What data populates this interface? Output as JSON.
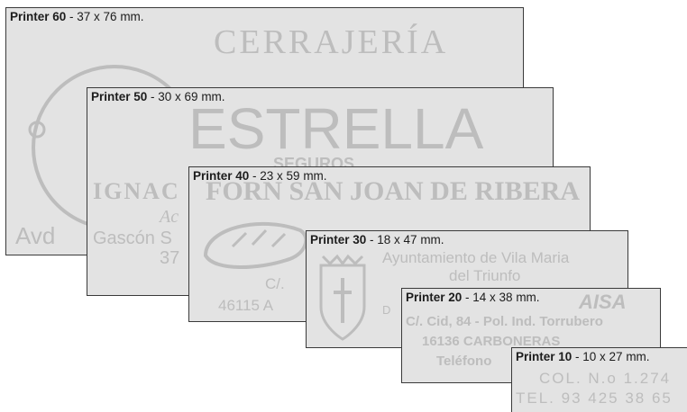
{
  "colors": {
    "card_background": "#e3e3e3",
    "stamp_text": "#bdbdbd",
    "caption_text": "#1c1c1c",
    "border": "#3a3a3a"
  },
  "cards": [
    {
      "model": "Printer 60",
      "size": " - 37 x 76 mm.",
      "stamp_lines": [
        "CERRAJERÍA",
        "Avd"
      ]
    },
    {
      "model": "Printer 50",
      "size": " - 30 x 69 mm.",
      "stamp_lines": [
        "ESTRELLA",
        "SEGUROS",
        "IGNAC",
        "Ac",
        "Gascón S",
        "37"
      ]
    },
    {
      "model": "Printer 40",
      "size": " - 23 x 59 mm.",
      "stamp_lines": [
        "FORN SAN JOAN DE RIBERA",
        "C/.",
        "46115 A"
      ]
    },
    {
      "model": "Printer 30",
      "size": " - 18 x 47 mm.",
      "stamp_lines": [
        "Ayuntamiento de Vila Maria",
        "del Triunfo",
        "D"
      ]
    },
    {
      "model": "Printer 20",
      "size": " - 14 x 38 mm.",
      "stamp_lines": [
        "AISA",
        "C/. Cid, 84 - Pol. Ind. Torrubero",
        "16136 CARBONERAS",
        "Teléfono"
      ]
    },
    {
      "model": "Printer 10",
      "size": " - 10 x 27 mm.",
      "stamp_lines": [
        "COL. N.o 1.274",
        "TEL. 93 425 38 65"
      ]
    }
  ]
}
